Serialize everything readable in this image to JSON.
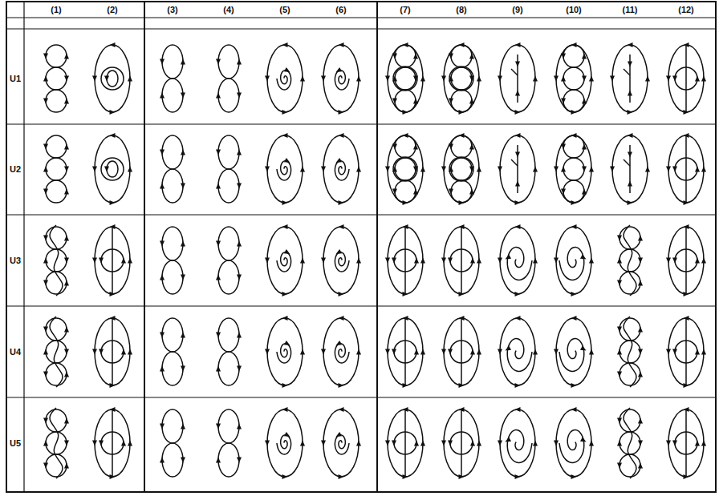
{
  "diagram": {
    "labels": [
      "(1)",
      "(2)",
      "(3)",
      "(4)",
      "(5)",
      "(6)",
      "(7)",
      "(8)",
      "(9)",
      "(10)",
      "(11)",
      "(12)",
      "U1",
      "U2",
      "U3",
      "U4",
      "U5"
    ]
  }
}
